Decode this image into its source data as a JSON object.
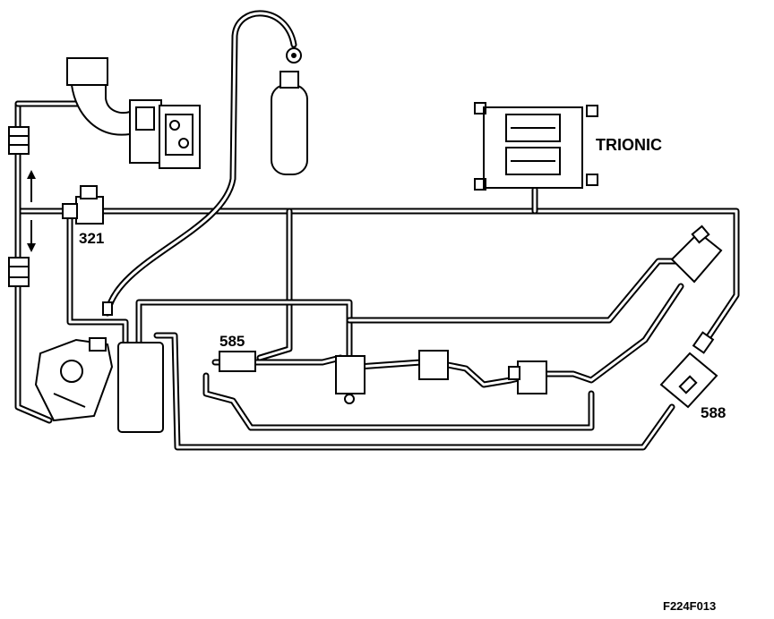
{
  "labels": {
    "ecu": "TRIONIC",
    "component_321": "321",
    "component_585": "585",
    "component_588": "588",
    "figure_code": "F224F013"
  }
}
